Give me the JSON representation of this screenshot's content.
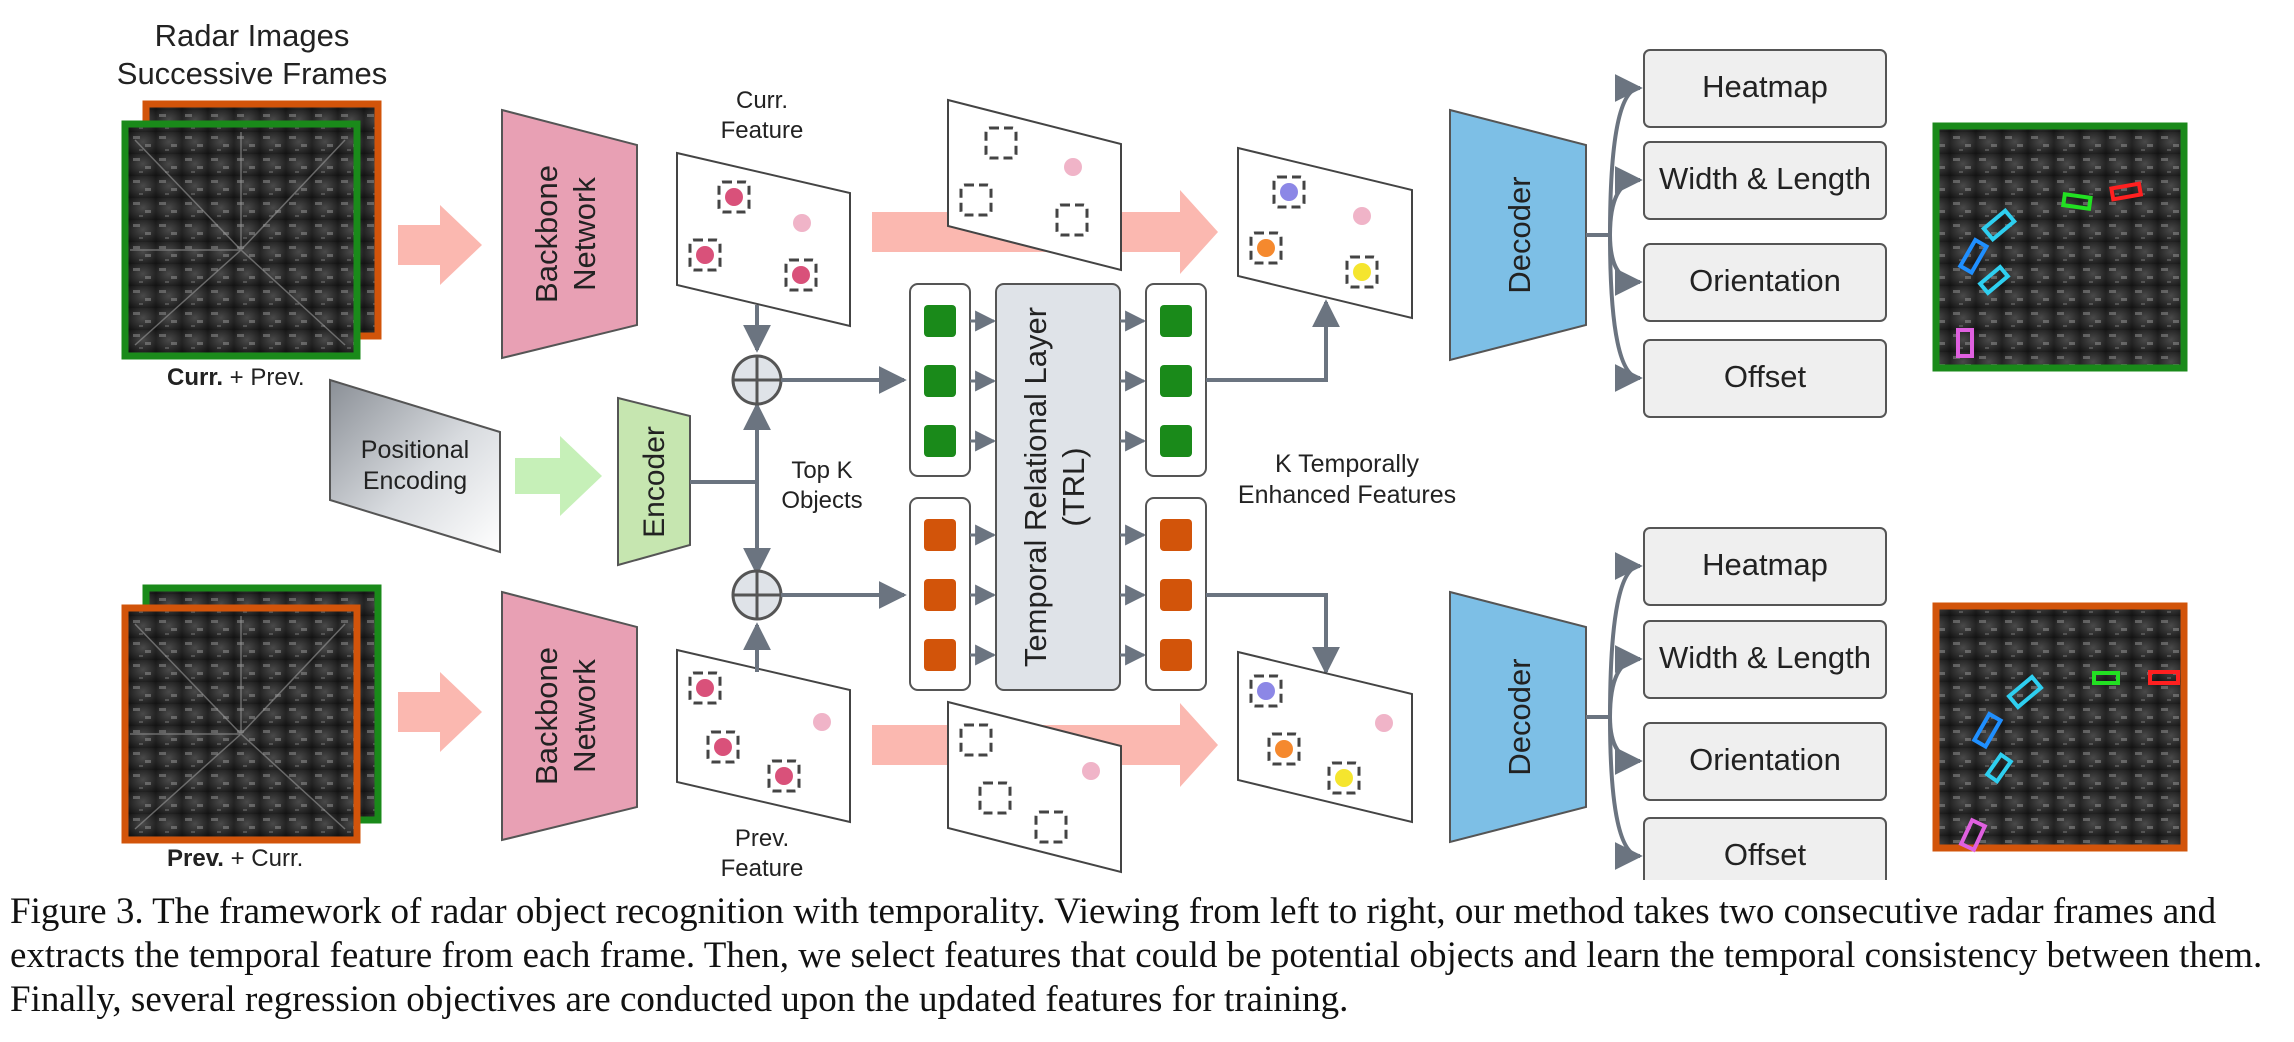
{
  "colors": {
    "green": "#1a8a1a",
    "orange": "#d2540a",
    "backbone": "#e8a0b4",
    "decoder": "#7dbfe6",
    "encoder": "#c6e6b0",
    "arrow_pink": "#fbb8b0",
    "arrow_green": "#c6f0b8",
    "trl_fill": "#dfe3e8",
    "out_box_fill": "#efefef",
    "line": "#6b7480"
  },
  "radar_images_title_line1": "Radar Images",
  "radar_images_title_line2": "Successive Frames",
  "curr_prev_bold": "Curr.",
  "curr_prev_rest": " + Prev.",
  "prev_curr_bold": "Prev.",
  "prev_curr_rest": " + Curr.",
  "backbone_line1": "Backbone",
  "backbone_line2": "Network",
  "positional_line1": "Positional",
  "positional_line2": "Encoding",
  "encoder": "Encoder",
  "curr_feature_line1": "Curr.",
  "curr_feature_line2": "Feature",
  "prev_feature_line1": "Prev.",
  "prev_feature_line2": "Feature",
  "topk_line1": "Top K",
  "topk_line2": "Objects",
  "trl_line1": "Temporal Relational Layer",
  "trl_line2": "(TRL)",
  "k_temporal_line1": "K Temporally",
  "k_temporal_line2": "Enhanced Features",
  "decoder": "Decoder",
  "outputs": [
    "Heatmap",
    "Width & Length",
    "Orientation",
    "Offset"
  ],
  "caption": "Figure 3. The framework of radar object recognition with temporality. Viewing from left to right, our method takes two consecutive radar frames and extracts the temporal feature from each frame. Then, we select features that could be potential objects and learn the temporal consistency between them. Finally, several regression objectives are conducted upon the updated features for training."
}
